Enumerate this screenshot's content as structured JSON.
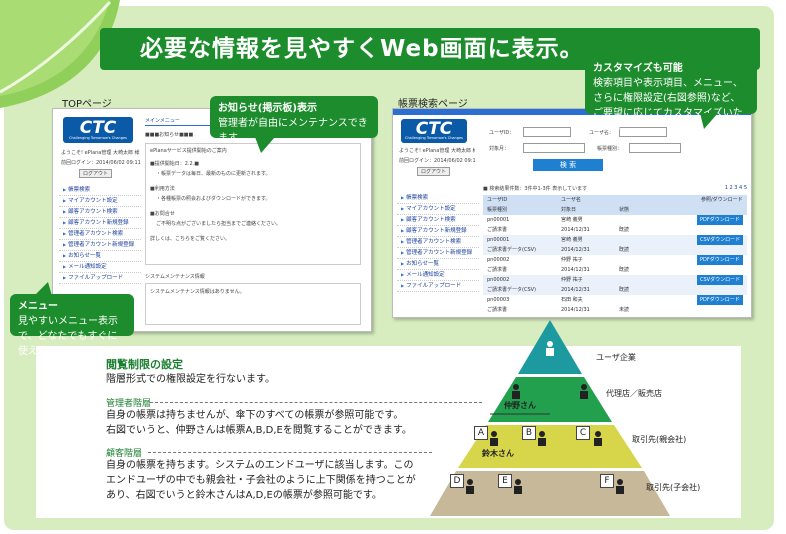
{
  "banner": {
    "title": "必要な情報を見やすくWeb画面に表示。"
  },
  "callouts": {
    "notice": {
      "title": "お知らせ(掲示板)表示",
      "text": "管理者が自由にメンテナンスできます。"
    },
    "customize": {
      "title": "カスタマイズも可能",
      "text": "検索項目や表示項目、メニュー、さらに権限設定(右図参照)など、ご要望に応じてカスタマイズいたします。"
    },
    "menu": {
      "title": "メニュー",
      "text": "見やすいメニュー表示で、どなたでもすぐに使えます。"
    }
  },
  "top_page": {
    "label": "TOPページ",
    "logo": "CTC",
    "logo_sub": "Challenging Tomorrow's Changes",
    "welcome": "ようこそ!  ePlana管理  大崎太郎 様",
    "last_login": "前回ログイン：2014/06/02 09:11",
    "logout": "ログアウト",
    "menu_title": "メインメニュー",
    "notice_header": "■■■お知らせ■■■",
    "menu_items": [
      "帳票検索",
      "マイアカウント設定",
      "顧客アカウント検索",
      "顧客アカウント新規登録",
      "管理者アカウント検索",
      "管理者アカウント新規登録",
      "お知らせ一覧",
      "メール通知設定",
      "ファイルアップロード"
    ],
    "notice_lines": [
      "ePlanaサービス提供開始のご案内",
      "■提供開始日：2.2.■",
      "・帳票データは毎日、最新のものに更新されます。",
      "■利用方法",
      "・各種帳票の照会およびダウンロードができます。",
      "■お問合せ",
      "ご不明な点がございましたら担当までご連絡ください。",
      "詳しくは、こちらをご覧ください。"
    ],
    "maintenance_title": "システムメンテナンス情報",
    "maintenance_text": "システムメンテナンス情報はありません。"
  },
  "search_page": {
    "label": "帳票検索ページ",
    "logo": "CTC",
    "logo_sub": "Challenging Tomorrow's Changes",
    "welcome": "ようこそ!  ePlana管理  大崎太郎 様",
    "last_login": "前回ログイン：2014/06/02 09:11",
    "logout": "ログアウト",
    "fields": {
      "user_id": "ユーザID：",
      "user_name": "ユーザ名：",
      "date": "対象月：",
      "type": "帳票種別："
    },
    "search_button": "検 索",
    "result_info": "■ 検索結果件数：3件中1-3件 表示しています",
    "pagination": "1 2 3 4 5",
    "headers": [
      "ユーザID",
      "ユーザ名",
      "帳票種別",
      "対象日",
      "状態",
      "参照/ダウンロード"
    ],
    "menu_items": [
      "帳票検索",
      "マイアカウント設定",
      "顧客アカウント検索",
      "顧客アカウント新規登録",
      "管理者アカウント検索",
      "管理者アカウント新規登録",
      "お知らせ一覧",
      "メール通知設定",
      "ファイルアップロード"
    ],
    "rows": [
      [
        "pn00001",
        "宮崎 義男",
        "ご請求書",
        "2014/12/31",
        "既読",
        "PDFダウンロード"
      ],
      [
        "pn00001",
        "宮崎 義男",
        "ご請求書データ(CSV)",
        "2014/12/31",
        "既読",
        "CSVダウンロード"
      ],
      [
        "pn00002",
        "仲野 祐子",
        "ご請求書",
        "2014/12/31",
        "既読",
        "PDFダウンロード"
      ],
      [
        "pn00002",
        "仲野 祐子",
        "ご請求書データ(CSV)",
        "2014/12/31",
        "既読",
        "CSVダウンロード"
      ],
      [
        "pn00003",
        "石田 和夫",
        "ご請求書",
        "2014/12/31",
        "未読",
        "PDFダウンロード"
      ]
    ]
  },
  "access": {
    "title": "閲覧制限の設定",
    "intro": "階層形式での権限設定を行ないます。",
    "admin_title": "管理者階層",
    "admin_text": [
      "自身の帳票は持ちませんが、傘下のすべての帳票が参照可能です。",
      "右図でいうと、仲野さんは帳票A,B,D,Eを閲覧することができます。"
    ],
    "client_title": "顧客階層",
    "client_text": [
      "自身の帳票を持ちます。システムのエンドユーザに該当します。この",
      "エンドユーザの中でも親会社・子会社のように上下関係を持つことが",
      "あり、右図でいうと鈴木さんはA,D,Eの帳票が参照可能です。"
    ]
  },
  "pyramid": {
    "levels": [
      "ユーザ企業",
      "代理店／販売店",
      "取引先(親会社)",
      "取引先(子会社)"
    ],
    "person_nakano": "仲野さん",
    "person_suzuki": "鈴木さん",
    "badges": [
      "A",
      "B",
      "C",
      "D",
      "E",
      "F"
    ],
    "colors": {
      "top": "#1d9aa0",
      "second": "#22a04d",
      "third": "#d7d64a",
      "bottom": "#c8b89a"
    }
  },
  "colors": {
    "accent": "#1d8c2c",
    "background": "#d7ecbf",
    "brand": "#0b5aa8"
  }
}
